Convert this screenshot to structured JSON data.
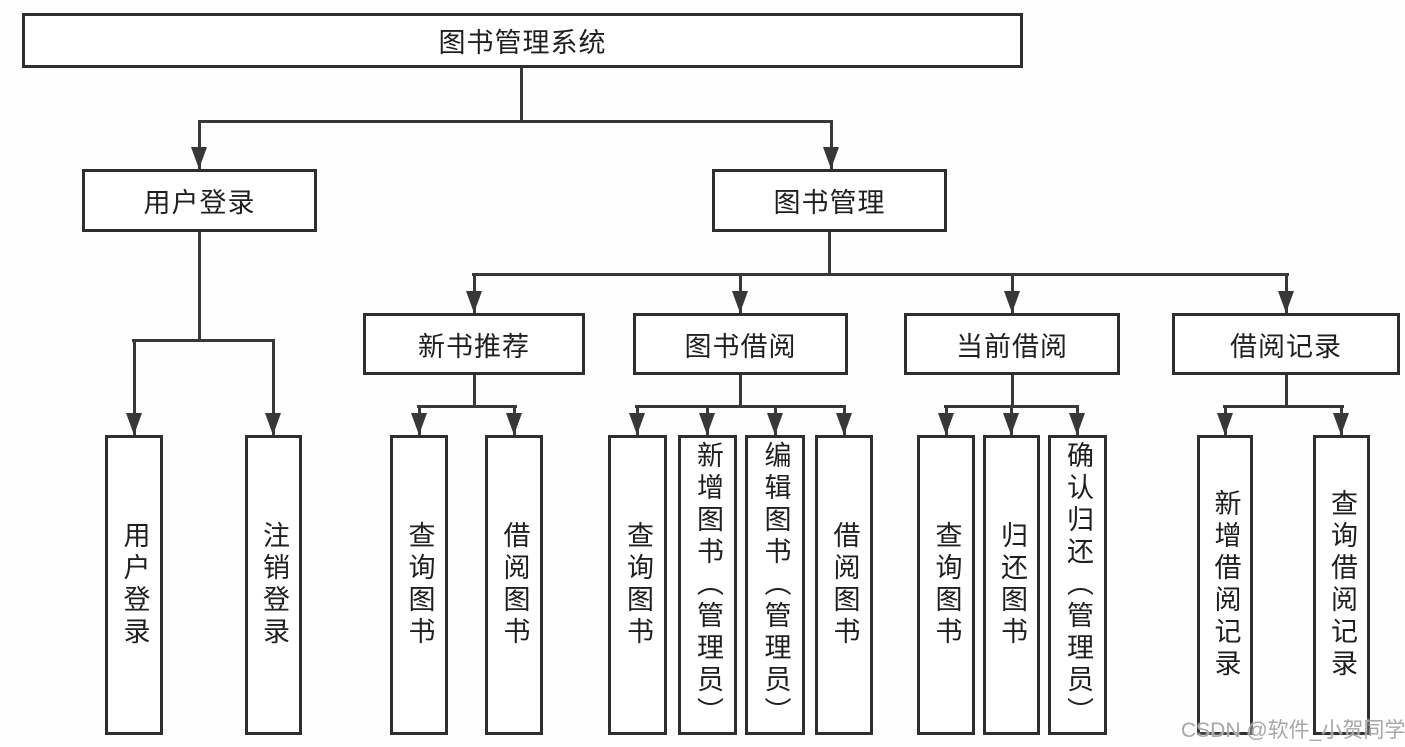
{
  "tree": {
    "root": {
      "label": "图书管理系统"
    },
    "branches": [
      {
        "label": "用户登录",
        "children": [
          {
            "label": "用户登录"
          },
          {
            "label": "注销登录"
          }
        ]
      },
      {
        "label": "图书管理",
        "children": [
          {
            "label": "新书推荐",
            "children": [
              {
                "label": "查询图书"
              },
              {
                "label": "借阅图书"
              }
            ]
          },
          {
            "label": "图书借阅",
            "children": [
              {
                "label": "查询图书"
              },
              {
                "label": "新增图书（管理员）"
              },
              {
                "label": "编辑图书（管理员）"
              },
              {
                "label": "借阅图书"
              }
            ]
          },
          {
            "label": "当前借阅",
            "children": [
              {
                "label": "查询图书"
              },
              {
                "label": "归还图书"
              },
              {
                "label": "确认归还（管理员）"
              }
            ]
          },
          {
            "label": "借阅记录",
            "children": [
              {
                "label": "新增借阅记录"
              },
              {
                "label": "查询借阅记录"
              }
            ]
          }
        ]
      }
    ]
  },
  "watermark": {
    "text": "CSDN @软件_小贺同学"
  },
  "colors": {
    "line": "#383838",
    "border": "#2e2e2e",
    "text": "#1f1f1f",
    "watermark": "#a7a7a9",
    "background": "#ffffff"
  }
}
